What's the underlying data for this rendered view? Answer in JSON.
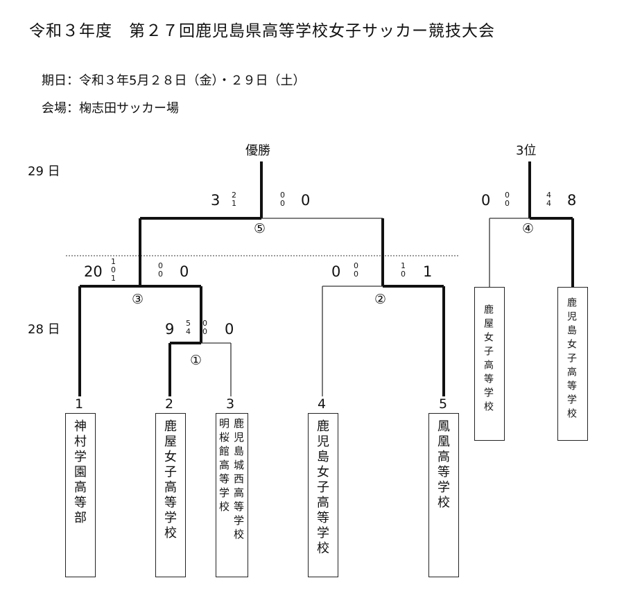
{
  "title": "令和３年度　第２７回鹿児島県高等学校女子サッカー競技大会",
  "date_line": "期日：令和３年5月２８日（金）・２９日（土）",
  "venue_line": "会場：椈志田サッカー場",
  "days": {
    "day29": "29 日",
    "day28": "28 日"
  },
  "labels": {
    "champion": "優勝",
    "third": "3位"
  },
  "matches": {
    "m1": {
      "circle": "①",
      "left_score": "9",
      "right_score": "0",
      "left_pk": "5\n4",
      "right_pk": "0\n0"
    },
    "m2": {
      "circle": "②",
      "left_score": "0",
      "right_score": "1",
      "left_pk": "0\n0",
      "right_pk": "1\n0"
    },
    "m3": {
      "circle": "③",
      "left_score": "20",
      "right_score": "0",
      "left_pk": "1\n0\n1",
      "right_pk": "0\n0"
    },
    "m4": {
      "circle": "④",
      "left_score": "0",
      "right_score": "8",
      "left_pk": "0\n0",
      "right_pk": "4\n4"
    },
    "m5": {
      "circle": "⑤",
      "left_score": "3",
      "right_score": "0",
      "left_pk": "2\n1",
      "right_pk": "0\n0"
    }
  },
  "teams": [
    {
      "num": "1",
      "name": "神村学園高等部"
    },
    {
      "num": "2",
      "name": "鹿屋女子高等学校"
    },
    {
      "num": "3",
      "name_col1": "鹿児島城西高等学校",
      "name_col2": "明桜館高等学校"
    },
    {
      "num": "4",
      "name": "鹿児島女子高等学校"
    },
    {
      "num": "5",
      "name": "鳳凰高等学校"
    }
  ],
  "third_place_teams": [
    {
      "name": "鹿屋女子高等学校"
    },
    {
      "name": "鹿児島女子高等学校"
    }
  ],
  "colors": {
    "line": "#111111",
    "thin": "#333333"
  }
}
